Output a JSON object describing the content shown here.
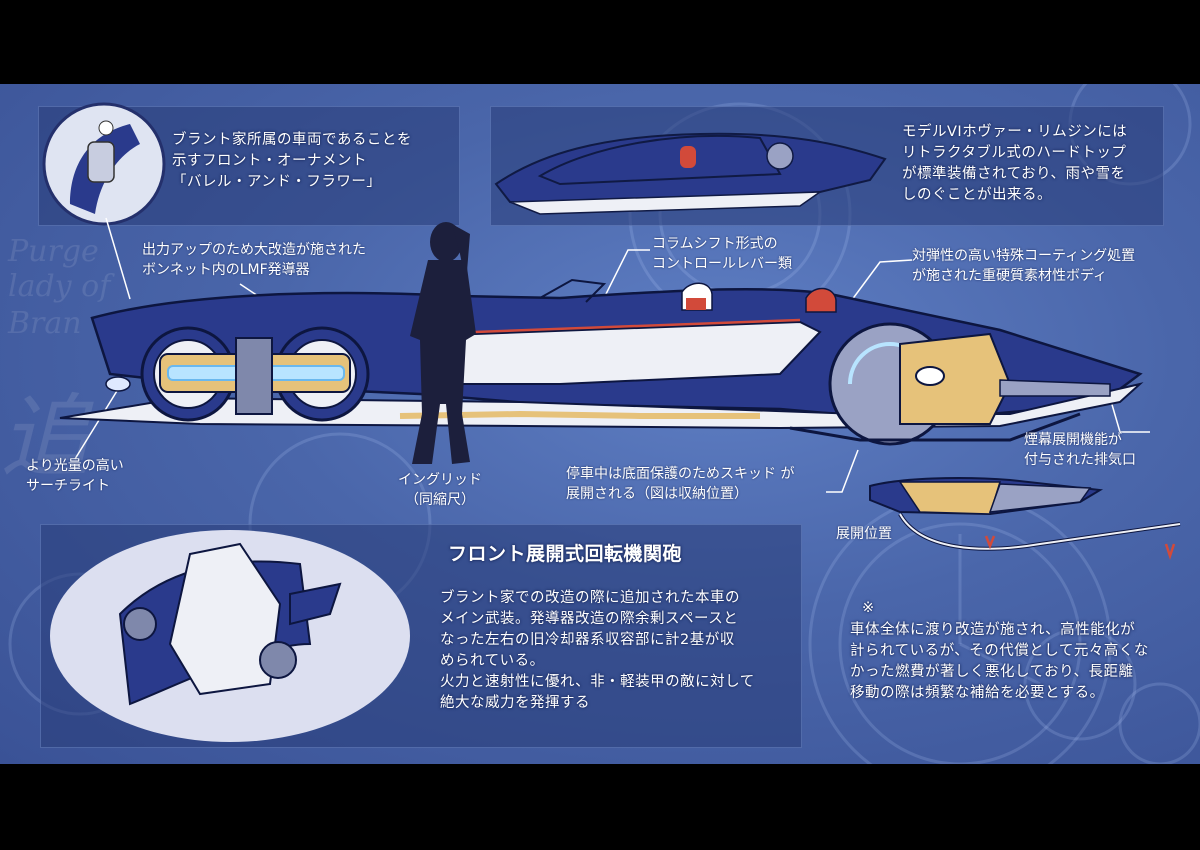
{
  "callouts": {
    "ornament": "ブラント家所属の車両であることを\n示すフロント・オーナメント\n「バレル・アンド・フラワー」",
    "hardtop": "モデルVIホヴァー・リムジンには\nリトラクタブル式のハードトップ\nが標準装備されており、雨や雪を\nしのぐことが出来る。",
    "lmf": "出力アップのため大改造が施された\nボンネット内のLMF発導器",
    "column_shift": "コラムシフト形式の\nコントロールレバー類",
    "body_coating": "対弾性の高い特殊コーティング処置\nが施された重硬質素材性ボディ",
    "searchlight": "より光量の高い\nサーチライト",
    "ingrid": "イングリッド\n（同縮尺）",
    "skid": "停車中は底面保護のためスキッド が\n展開される（図は収納位置）",
    "exhaust": "煙幕展開機能が\n付与された排気口",
    "deployed": "展開位置"
  },
  "cannon": {
    "title": "フロント展開式回転機関砲",
    "body": "ブラント家での改造の際に追加された本車の\nメイン武装。発導器改造の際余剰スペースと\nなった左右の旧冷却器系収容部に計2基が収\nめられている。\n火力と速射性に優れ、非・軽装甲の敵に対して\n絶大な威力を発揮する"
  },
  "note": {
    "mark": "※",
    "body": "車体全体に渡り改造が施され、高性能化が\n計られているが、その代償として元々高くな\nかった燃費が著しく悪化しており、長距離\n移動の際は頻繁な補給を必要とする。"
  },
  "background_words": [
    "Purge",
    "lady of",
    "Bran",
    "追"
  ],
  "colors": {
    "body_blue": "#2a3a8c",
    "hull_white": "#eef0f6",
    "accent_gold": "#e6c27a",
    "disc_grey": "#9aa2c4"
  }
}
